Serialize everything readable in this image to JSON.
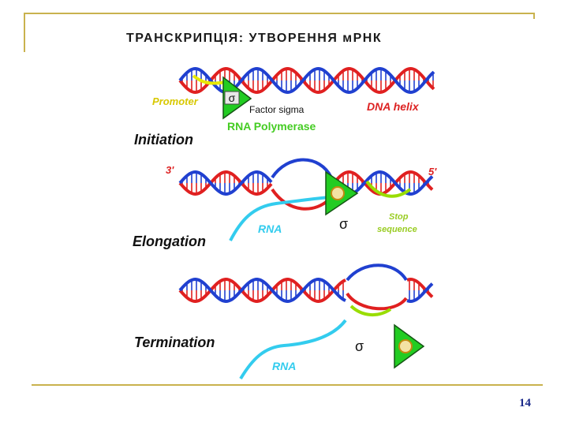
{
  "slide": {
    "title": "ТРАНСКРИПЦІЯ: УТВОРЕННЯ мРНК",
    "page_number": "14"
  },
  "diagram": {
    "panel1": {
      "stage_label": "Initiation",
      "promoter": "Promoter",
      "sigma_symbol": "σ",
      "factor_sigma": "Factor sigma",
      "dna_helix": "DNA helix",
      "rna_polymerase": "RNA Polymerase"
    },
    "panel2": {
      "stage_label": "Elongation",
      "three_prime": "3'",
      "five_prime": "5'",
      "rna": "RNA",
      "sigma_symbol": "σ",
      "stop_line1": "Stop",
      "stop_line2": "sequence"
    },
    "panel3": {
      "stage_label": "Termination",
      "rna": "RNA",
      "sigma_symbol": "σ"
    }
  },
  "colors": {
    "strand_red": "#e02020",
    "strand_blue": "#2040d0",
    "promoter_yellow": "#e8e800",
    "stop_green": "#99dd00",
    "polymerase_green": "#22cc22",
    "rna_cyan": "#33ccee",
    "label_yellow": "#d8c800",
    "label_red": "#dd2222",
    "label_green": "#44cc22",
    "label_blue": "#3355ee",
    "frame_gold": "#c9b24e",
    "page_number_blue": "#1b2a8a"
  }
}
